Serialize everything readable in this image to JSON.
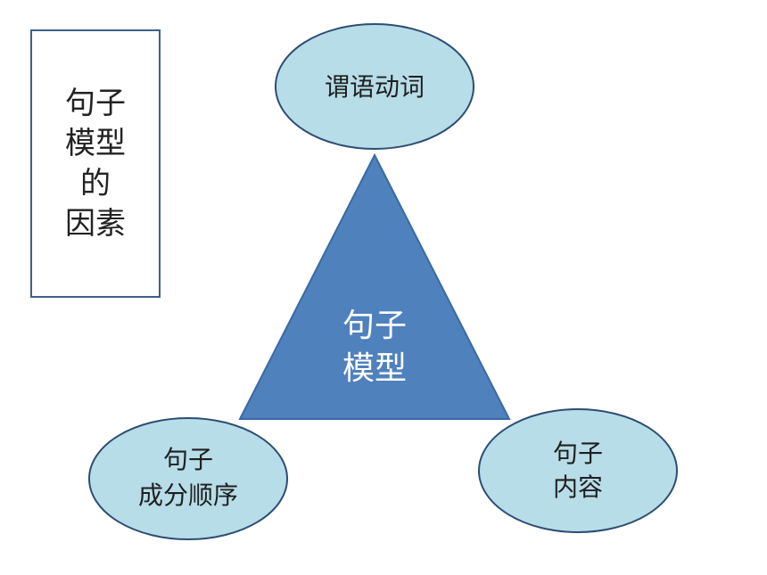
{
  "sidebar_box": {
    "lines": [
      "句子",
      "模型",
      "的",
      "因素"
    ]
  },
  "center": {
    "lines": [
      "句子",
      "模型"
    ]
  },
  "nodes": {
    "top": {
      "lines": [
        "谓语动词"
      ]
    },
    "left": {
      "lines": [
        "句子",
        "成分顺序"
      ]
    },
    "right": {
      "lines": [
        "句子",
        "内容"
      ]
    }
  },
  "colors": {
    "triangle_fill": "#4f81bd",
    "triangle_stroke": "#3a6aa3",
    "ellipse_fill": "#b7dde8",
    "ellipse_stroke": "#2e4d73",
    "box_border": "#3f5f8a"
  }
}
